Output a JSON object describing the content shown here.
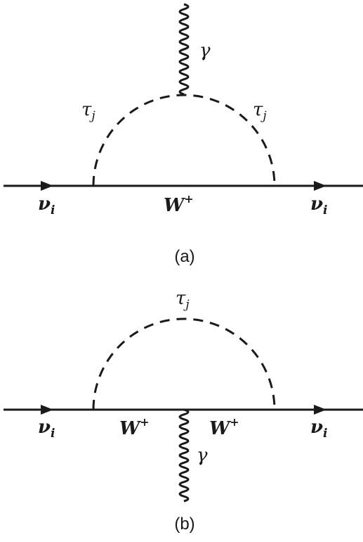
{
  "diagrams": [
    {
      "caption": "(a)",
      "labels": {
        "nu_in": {
          "base": "ν",
          "sub": "i"
        },
        "nu_out": {
          "base": "ν",
          "sub": "i"
        },
        "boson": {
          "base": "W",
          "sup": "+"
        },
        "loop_left": {
          "base": "τ",
          "sub": "j"
        },
        "loop_right": {
          "base": "τ",
          "sub": "j"
        },
        "photon": "γ"
      }
    },
    {
      "caption": "(b)",
      "labels": {
        "nu_in": {
          "base": "ν",
          "sub": "i"
        },
        "nu_out": {
          "base": "ν",
          "sub": "i"
        },
        "boson_left": {
          "base": "W",
          "sup": "+"
        },
        "boson_right": {
          "base": "W",
          "sup": "+"
        },
        "loop_top": {
          "base": "τ",
          "sub": "j"
        },
        "photon": "γ"
      }
    }
  ]
}
